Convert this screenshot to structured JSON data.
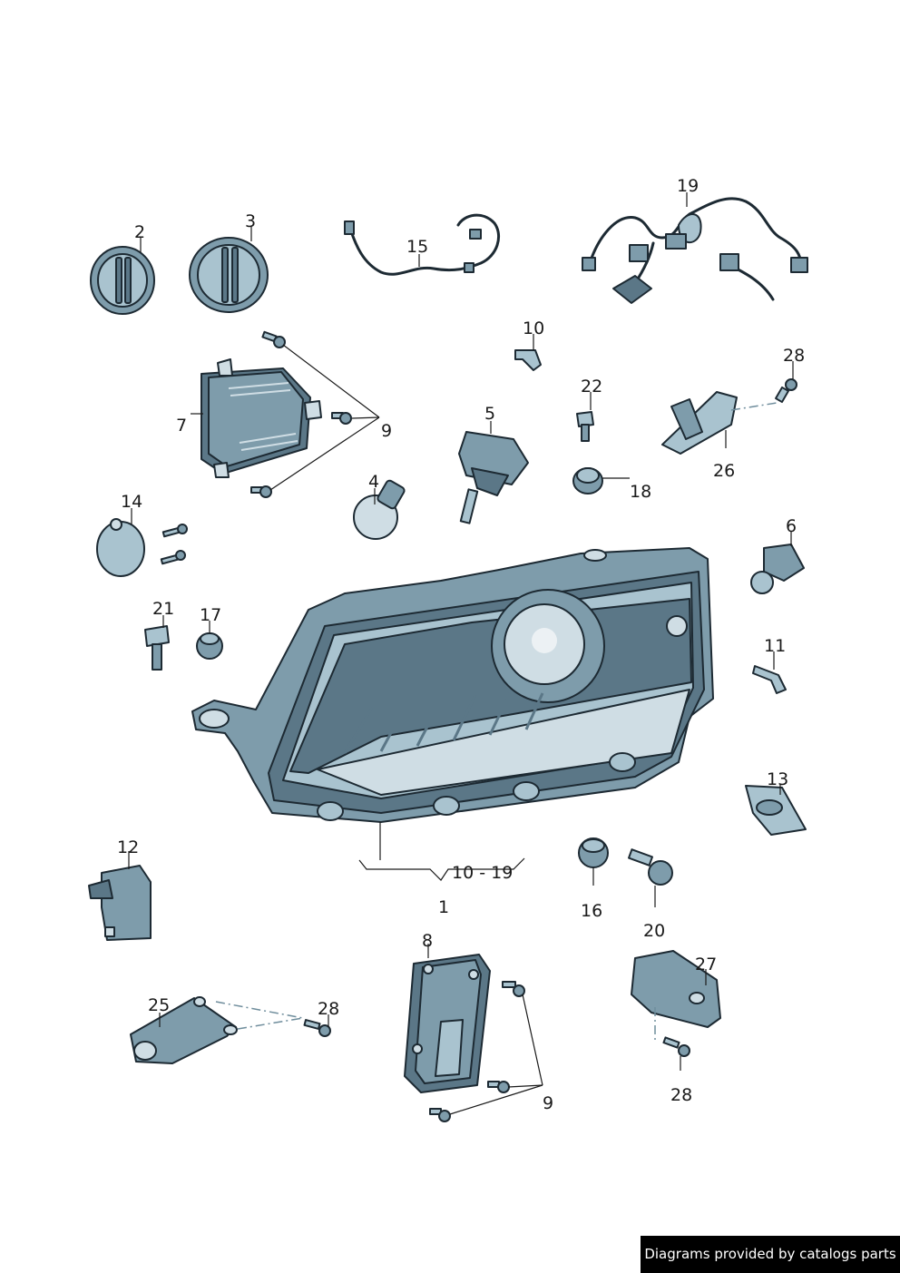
{
  "labels": {
    "p1": "1",
    "p2": "2",
    "p3": "3",
    "p4": "4",
    "p5": "5",
    "p6": "6",
    "p7": "7",
    "p8": "8",
    "p9a": "9",
    "p9b": "9",
    "p10": "10",
    "p11": "11",
    "p12": "12",
    "p13": "13",
    "p14": "14",
    "p15": "15",
    "p16": "16",
    "p17": "17",
    "p18": "18",
    "p19": "19",
    "p20": "20",
    "p21": "21",
    "p22": "22",
    "p25": "25",
    "p26": "26",
    "p27": "27",
    "p28a": "28",
    "p28b": "28",
    "p28c": "28",
    "range": "10 - 19"
  },
  "credit": "Diagrams provided by catalogs parts",
  "colors": {
    "part_light": "#a9c3cf",
    "part_mid": "#7e9cab",
    "part_dark": "#5b7787",
    "outline": "#1d2a33",
    "credit_bg": "#000000"
  }
}
